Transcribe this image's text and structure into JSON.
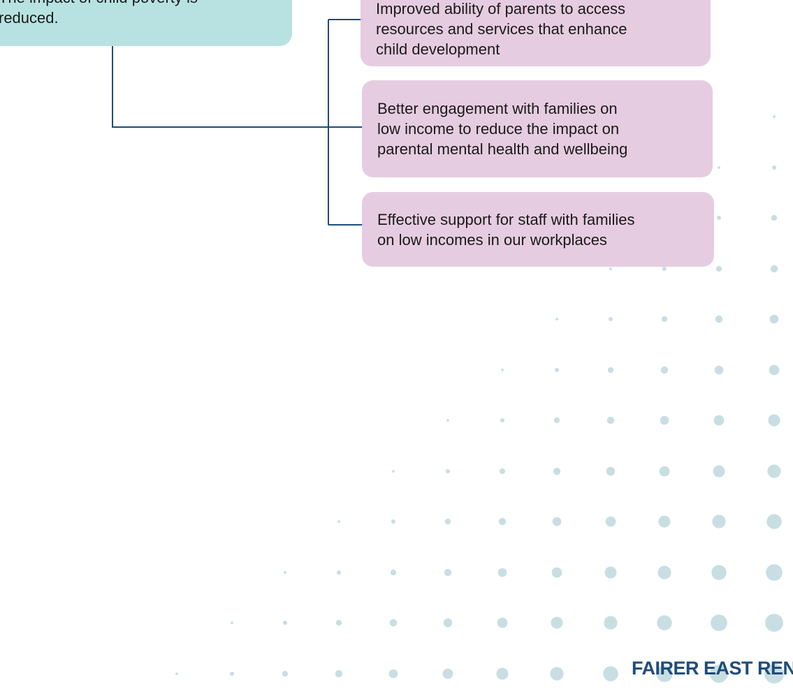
{
  "diagram": {
    "aim_box": {
      "text": "The impact of child poverty is\nreduced."
    },
    "outcomes": [
      {
        "text": "Improved ability of parents to access\nresources and services that enhance\nchild development"
      },
      {
        "text": "Better engagement with families on\nlow income to reduce the impact on\nparental mental health and wellbeing"
      },
      {
        "text": "Effective support for staff with families\non low incomes in our workplaces"
      }
    ]
  },
  "footer": {
    "brand": "FAIRER EAST REN"
  },
  "colors": {
    "aim_box_fill": "#b8e2e2",
    "outcome_box_fill": "#e4c8de",
    "connector_line": "#1e4c7a",
    "brand_text": "#1e4c7a",
    "dot_pattern": "#c8dee2"
  }
}
